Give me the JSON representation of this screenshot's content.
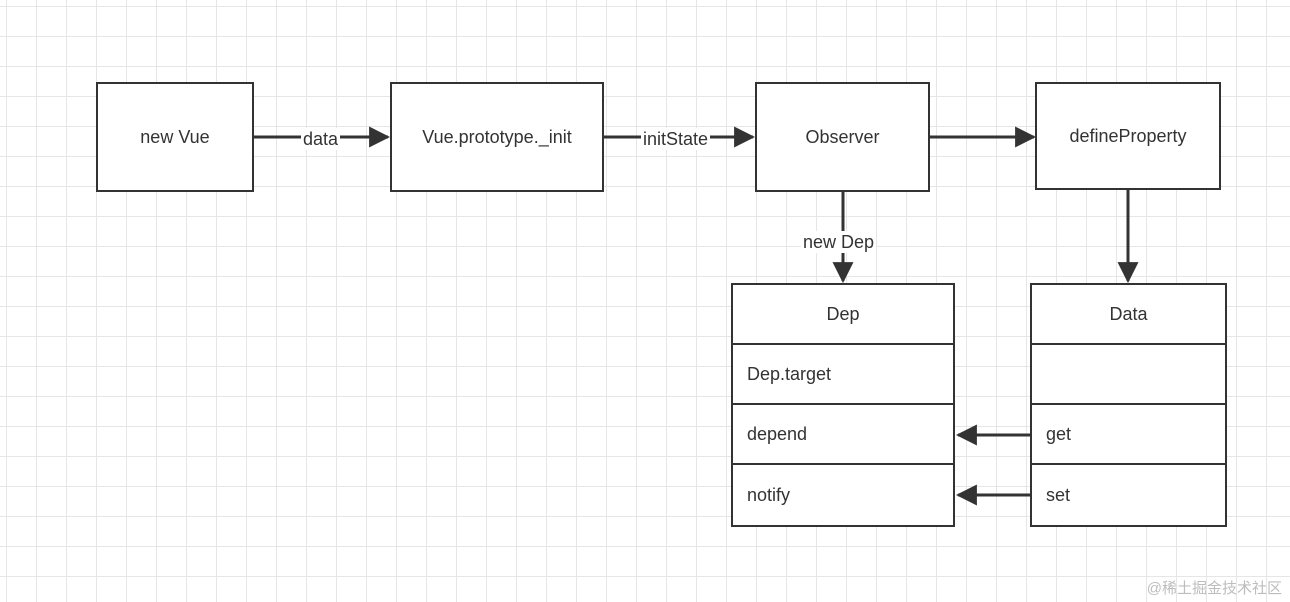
{
  "nodes": {
    "new_vue": "new Vue",
    "init": "Vue.prototype._init",
    "observer": "Observer",
    "define_property": "defineProperty"
  },
  "edges": {
    "data": "data",
    "init_state": "initState",
    "new_dep": "new Dep"
  },
  "dep_table": {
    "title": "Dep",
    "rows": [
      "Dep.target",
      "depend",
      "notify"
    ]
  },
  "data_table": {
    "title": "Data",
    "rows": [
      "",
      "get",
      "set"
    ]
  },
  "watermark": "@稀土掘金技术社区",
  "colors": {
    "stroke": "#333333",
    "grid": "#e6e6e6",
    "background": "#ffffff"
  }
}
